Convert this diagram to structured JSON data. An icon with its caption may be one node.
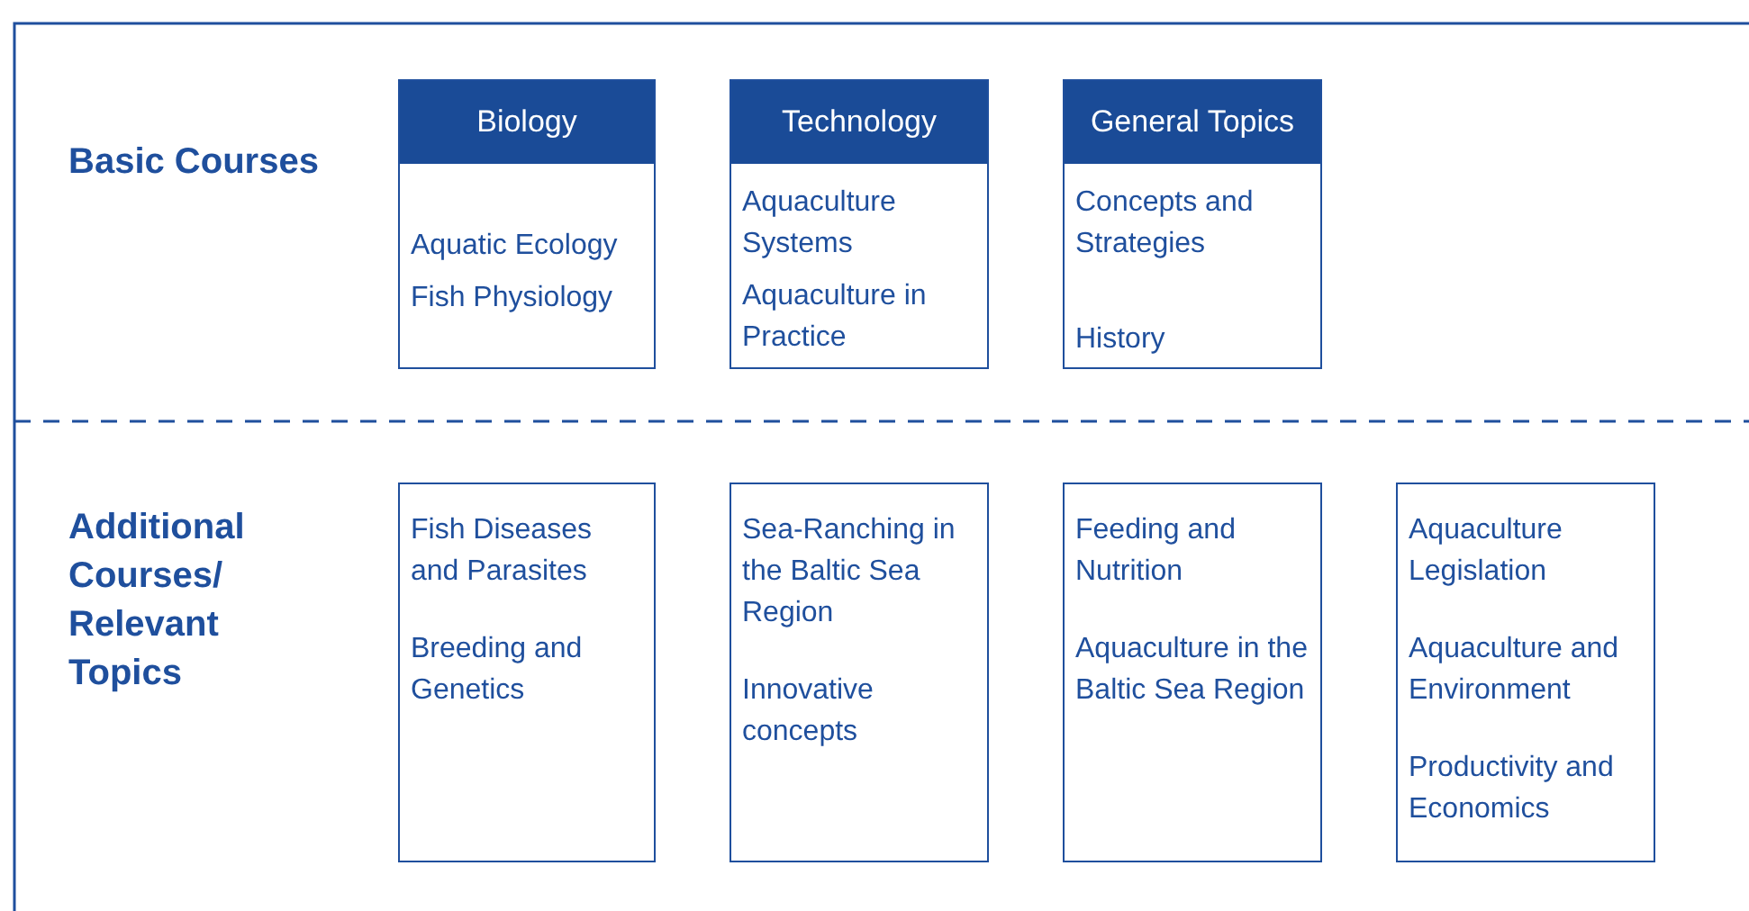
{
  "diagram": {
    "nodes": [
      {
        "text": [
          "Biology",
          "Aquatic Ecology",
          "Fish Physiology"
        ]
      },
      {
        "text": [
          "Technology",
          "Aquaculture Systems",
          "Aquaculture in Practice"
        ]
      },
      {
        "text": [
          "General Topics",
          "Concepts and Strategies",
          "History"
        ]
      },
      {
        "text": [
          "Fish Diseases and Parasites",
          "Breeding and Genetics"
        ]
      },
      {
        "text": [
          "Sea-Ranching in the Baltic Sea Region",
          "Innovative concepts"
        ]
      },
      {
        "text": [
          "Feeding and Nutrition",
          "Aquaculture in the Baltic Sea Region"
        ]
      },
      {
        "text": [
          "Aquaculture Legislation",
          "Aquaculture and Environment",
          "Productivity and Economics"
        ]
      }
    ],
    "labels": [
      "Basic Courses",
      "Additional Courses/ Relevant Topics"
    ]
  }
}
